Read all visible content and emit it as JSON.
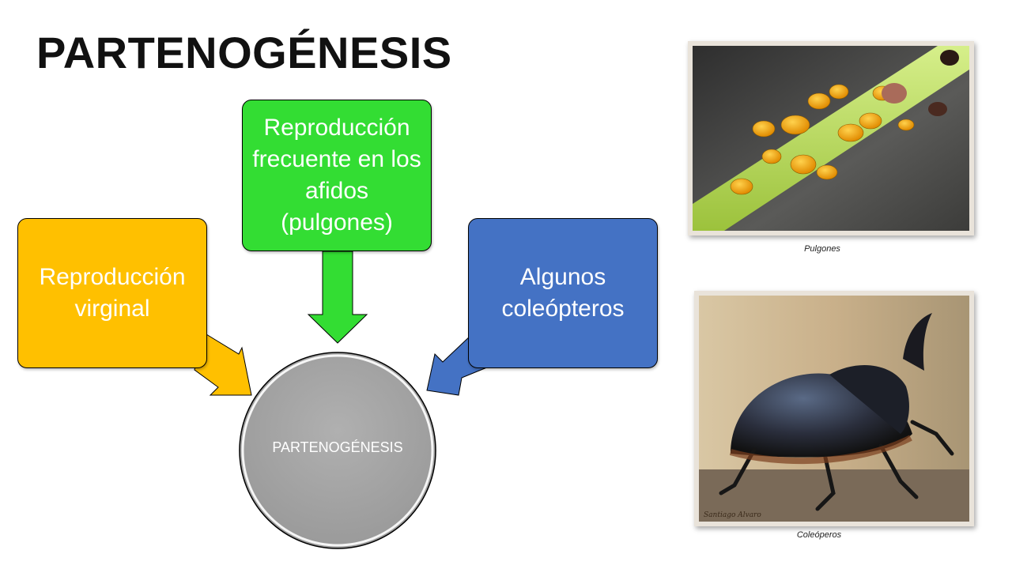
{
  "slide": {
    "title": "PARTENOGÉNESIS"
  },
  "diagram": {
    "center_label": "PARTENOGÉNESIS",
    "boxes": [
      {
        "label": "Reproducción virginal",
        "color": "#ffc000"
      },
      {
        "label": "Reproducción frecuente en los afidos (pulgones)",
        "color": "#33dd33"
      },
      {
        "label": "Algunos coleópteros",
        "color": "#4472c4"
      }
    ],
    "center_color": "#a6a6a6"
  },
  "images": [
    {
      "icon": "aphids-photo",
      "caption": "Pulgones"
    },
    {
      "icon": "beetle-photo",
      "caption": "Coleóperos",
      "watermark": "Santiago Alvaro"
    }
  ]
}
